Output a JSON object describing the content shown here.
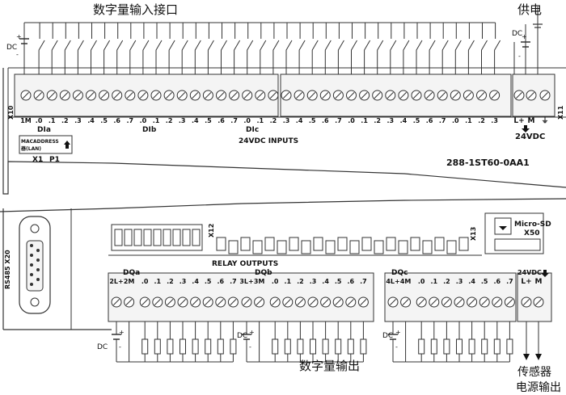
{
  "top": {
    "input_caption": "数字量输入接口",
    "power_caption": "供电",
    "dc": "DC",
    "plus": "+",
    "minus": "-",
    "left_x10": "X10",
    "right_x11": "X11",
    "input_labels": [
      "1M",
      ".0",
      ".1",
      ".2",
      ".3",
      ".4",
      ".5",
      ".6",
      ".7",
      ".0",
      ".1",
      ".2",
      ".3",
      ".4",
      ".5",
      ".6",
      ".7",
      ".0",
      ".1",
      ".2",
      ".3",
      ".4",
      ".5",
      ".6",
      ".7",
      ".0",
      ".1",
      ".2",
      ".3",
      ".4",
      ".5",
      ".6",
      ".7",
      ".0",
      ".1",
      ".2",
      ".3"
    ],
    "power_labels": [
      "L+",
      "M",
      "⏚"
    ],
    "group_dia": "DIa",
    "group_dib": "DIb",
    "group_dic": "DIc",
    "inputs_label": "24VDC INPUTS",
    "power_24vdc": "24VDC",
    "mac_line1": "MACADDRESS",
    "mac_line2": "器(LAN)",
    "x1": "X1",
    "p1": "P1",
    "model": "288-1ST60-0AA1"
  },
  "bottom": {
    "rs485": "RS485 X20",
    "x12": "X12",
    "x13": "X13",
    "microsd": "Micro-SD",
    "x50": "X50",
    "relay_outputs": "RELAY OUTPUTS",
    "dqa": "DQa",
    "dqb": "DQb",
    "dqc": "DQc",
    "dqa_labels": [
      "2L+",
      "2M",
      ".0",
      ".1",
      ".2",
      ".3",
      ".4",
      ".5",
      ".6",
      ".7"
    ],
    "dqb_labels": [
      "3L+",
      "3M",
      ".0",
      ".1",
      ".2",
      ".3",
      ".4",
      ".5",
      ".6",
      ".7"
    ],
    "dqc_labels": [
      "4L+",
      "4M",
      ".0",
      ".1",
      ".2",
      ".3",
      ".4",
      ".5",
      ".6",
      ".7"
    ],
    "power_24vdc": "24VDC",
    "power_labels": [
      "L+",
      "M"
    ],
    "dc": "DC",
    "plus": "+",
    "minus": "-",
    "output_caption": "数字量输出",
    "sensor_line1": "传感器",
    "sensor_line2": "电源输出"
  }
}
